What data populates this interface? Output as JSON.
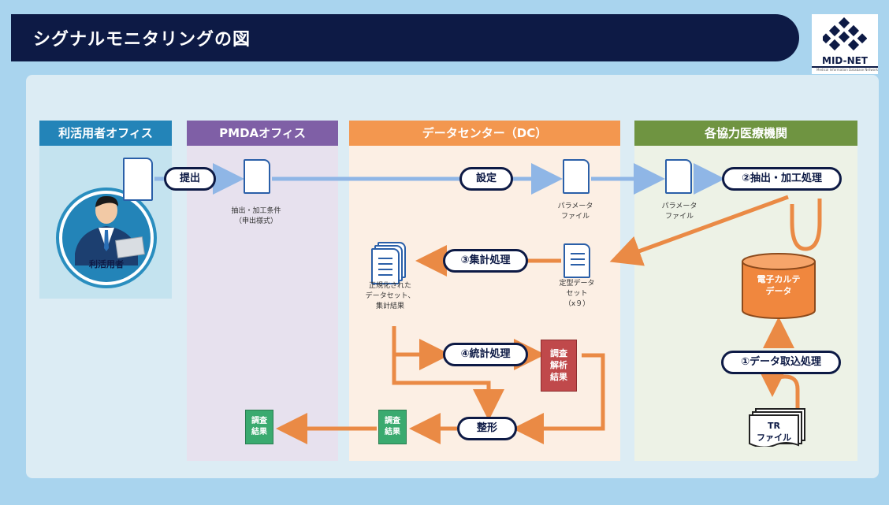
{
  "header": {
    "title": "シグナルモニタリングの図"
  },
  "logo": {
    "text": "MID-NET",
    "subtext": "Medical Information Database Network"
  },
  "columns": {
    "user_office": "利活用者オフィス",
    "pmda_office": "PMDAオフィス",
    "data_center": "データセンター（DC）",
    "hospitals": "各協力医療機関"
  },
  "user": {
    "label": "利活用者"
  },
  "steps": {
    "submit": "提出",
    "setting": "設定",
    "extract": "②抽出・加工処理",
    "aggregate": "③集計処理",
    "statistics": "④統計処理",
    "format": "整形",
    "import": "①データ取込処理"
  },
  "labels": {
    "conditions": [
      "抽出・加工条件",
      "（申出様式）"
    ],
    "param_dc": [
      "パラメータ",
      "ファイル"
    ],
    "param_hosp": [
      "パラメータ",
      "ファイル"
    ],
    "normalized": [
      "正規化された",
      "データセット、",
      "集計結果"
    ],
    "fixed": [
      "定型データ",
      "セット",
      "（x９）"
    ]
  },
  "docs": {
    "analysis": [
      "調査",
      "解析",
      "結果"
    ],
    "result_dc": [
      "調査",
      "結果"
    ],
    "result_pmda": [
      "調査",
      "結果"
    ]
  },
  "database": [
    "電子カルテ",
    "データ"
  ],
  "tr_file": [
    "TR",
    "ファイル"
  ],
  "colors": {
    "navy": "#0d1a45",
    "blue_arrow": "#8fb6e6",
    "orange_arrow": "#ea8a45",
    "green_doc": "#3aaa6f",
    "red_doc": "#c0494b"
  }
}
